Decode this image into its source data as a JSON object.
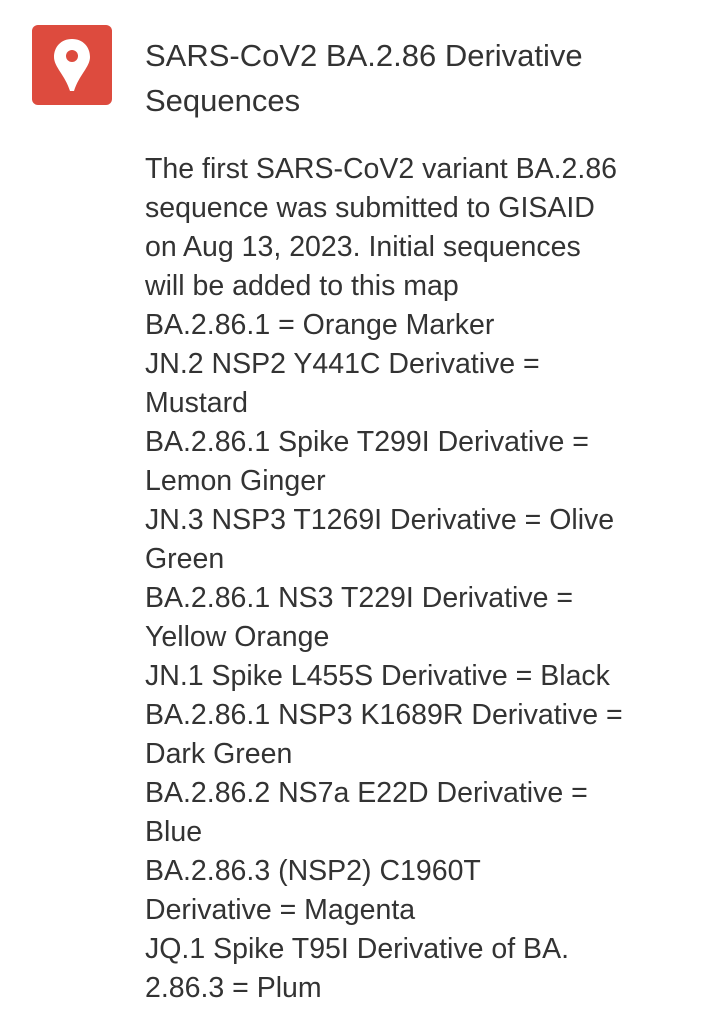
{
  "header": {
    "icon": "map-pin-icon",
    "accent": "#dd4b3e",
    "title_lines": [
      "SARS-CoV2 BA.2.86 Derivative",
      "Sequences"
    ]
  },
  "description": {
    "lines": [
      "The first SARS-CoV2 variant BA.2.86",
      "sequence was submitted to GISAID",
      "on Aug 13, 2023. Initial sequences",
      "will be added to this map",
      "BA.2.86.1 = Orange Marker",
      "JN.2 NSP2 Y441C Derivative =",
      "Mustard",
      "BA.2.86.1 Spike T299I Derivative =",
      "Lemon Ginger",
      "JN.3 NSP3 T1269I Derivative = Olive",
      "Green",
      "BA.2.86.1 NS3 T229I Derivative =",
      "Yellow Orange",
      "JN.1 Spike L455S Derivative = Black",
      "BA.2.86.1 NSP3 K1689R Derivative =",
      "Dark Green",
      "BA.2.86.2 NS7a E22D Derivative =",
      "Blue",
      "BA.2.86.3  (NSP2) C1960T",
      "Derivative = Magenta",
      "JQ.1 Spike T95I Derivative of BA.",
      "2.86.3 = Plum"
    ]
  }
}
